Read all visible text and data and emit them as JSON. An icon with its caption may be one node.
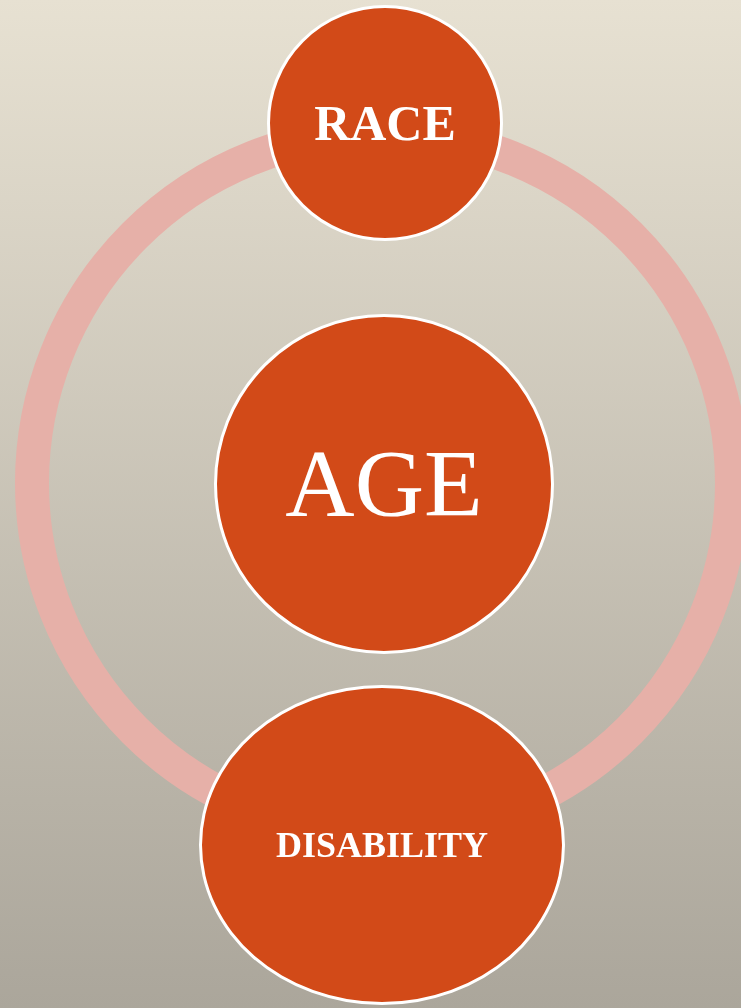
{
  "diagram": {
    "nodes": [
      {
        "text": [
          "RACE"
        ]
      },
      {
        "text": [
          "AGE"
        ]
      },
      {
        "text": [
          "DISABILITY"
        ]
      }
    ]
  }
}
